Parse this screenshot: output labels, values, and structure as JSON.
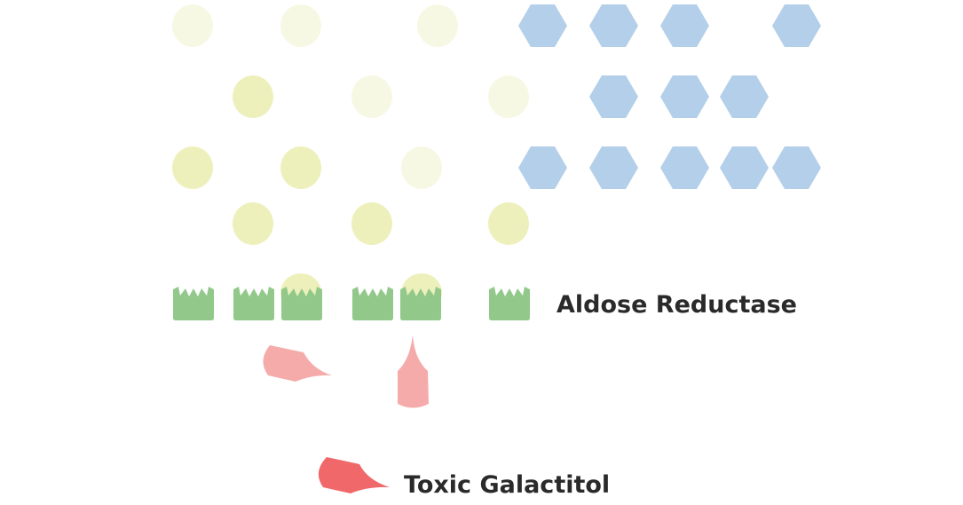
{
  "diagram": {
    "colors": {
      "galactose_dim": "#f7f8e4",
      "galactose": "#eef0bc",
      "glucose": "#b4cfe9",
      "enzyme": "#92c98a",
      "galactitol_faded": "#f6abab",
      "galactitol": "#f0686a",
      "label_text": "#2a2a2a"
    },
    "icons": {
      "galactose": "circle",
      "glucose": "hexagon",
      "enzyme": "notched-cup",
      "galactitol": "drop-shape"
    },
    "labels": {
      "enzyme": "Aldose Reductase",
      "product": "Toxic Galactitol"
    }
  }
}
